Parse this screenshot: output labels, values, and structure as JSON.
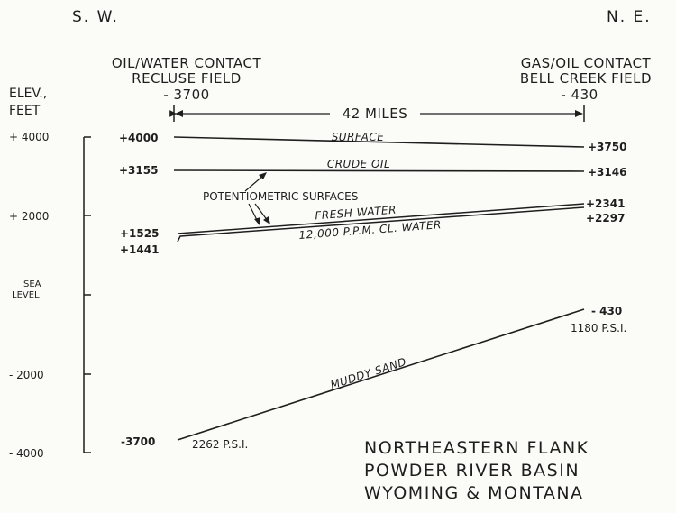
{
  "headers": {
    "sw": "S. W.",
    "ne": "N. E."
  },
  "left_caption": {
    "line1": "OIL/WATER CONTACT",
    "line2": "RECLUSE FIELD",
    "line3": "- 3700"
  },
  "right_caption": {
    "line1": "GAS/OIL CONTACT",
    "line2": "BELL CREEK FIELD",
    "line3": "- 430"
  },
  "axis": {
    "label_line1": "ELEV.,",
    "label_line2": "FEET",
    "ticks": [
      "+ 4000",
      "+ 2000",
      "- 2000",
      "- 4000"
    ],
    "sea_level_line1": "SEA",
    "sea_level_line2": "LEVEL"
  },
  "distance": "42 MILES",
  "surfaces": {
    "surface": {
      "label": "SURFACE",
      "left": "+4000",
      "right": "+3750"
    },
    "crude_oil": {
      "label": "CRUDE OIL",
      "left": "+3155",
      "right": "+3146"
    },
    "potentiometric": "POTENTIOMETRIC SURFACES",
    "fresh_water": {
      "label": "FRESH WATER",
      "left": "+1525",
      "right": "+2341"
    },
    "cl_water": {
      "label": "12,000 P.P.M. CL. WATER",
      "left": "+1441",
      "right": "+2297"
    },
    "muddy_sand": {
      "label": "MUDDY SAND",
      "left": "-3700",
      "left_psi": "2262 P.S.I.",
      "right": "- 430",
      "right_psi": "1180 P.S.I."
    }
  },
  "title": {
    "line1": "NORTHEASTERN FLANK",
    "line2": "POWDER RIVER BASIN",
    "line3": "WYOMING & MONTANA"
  }
}
